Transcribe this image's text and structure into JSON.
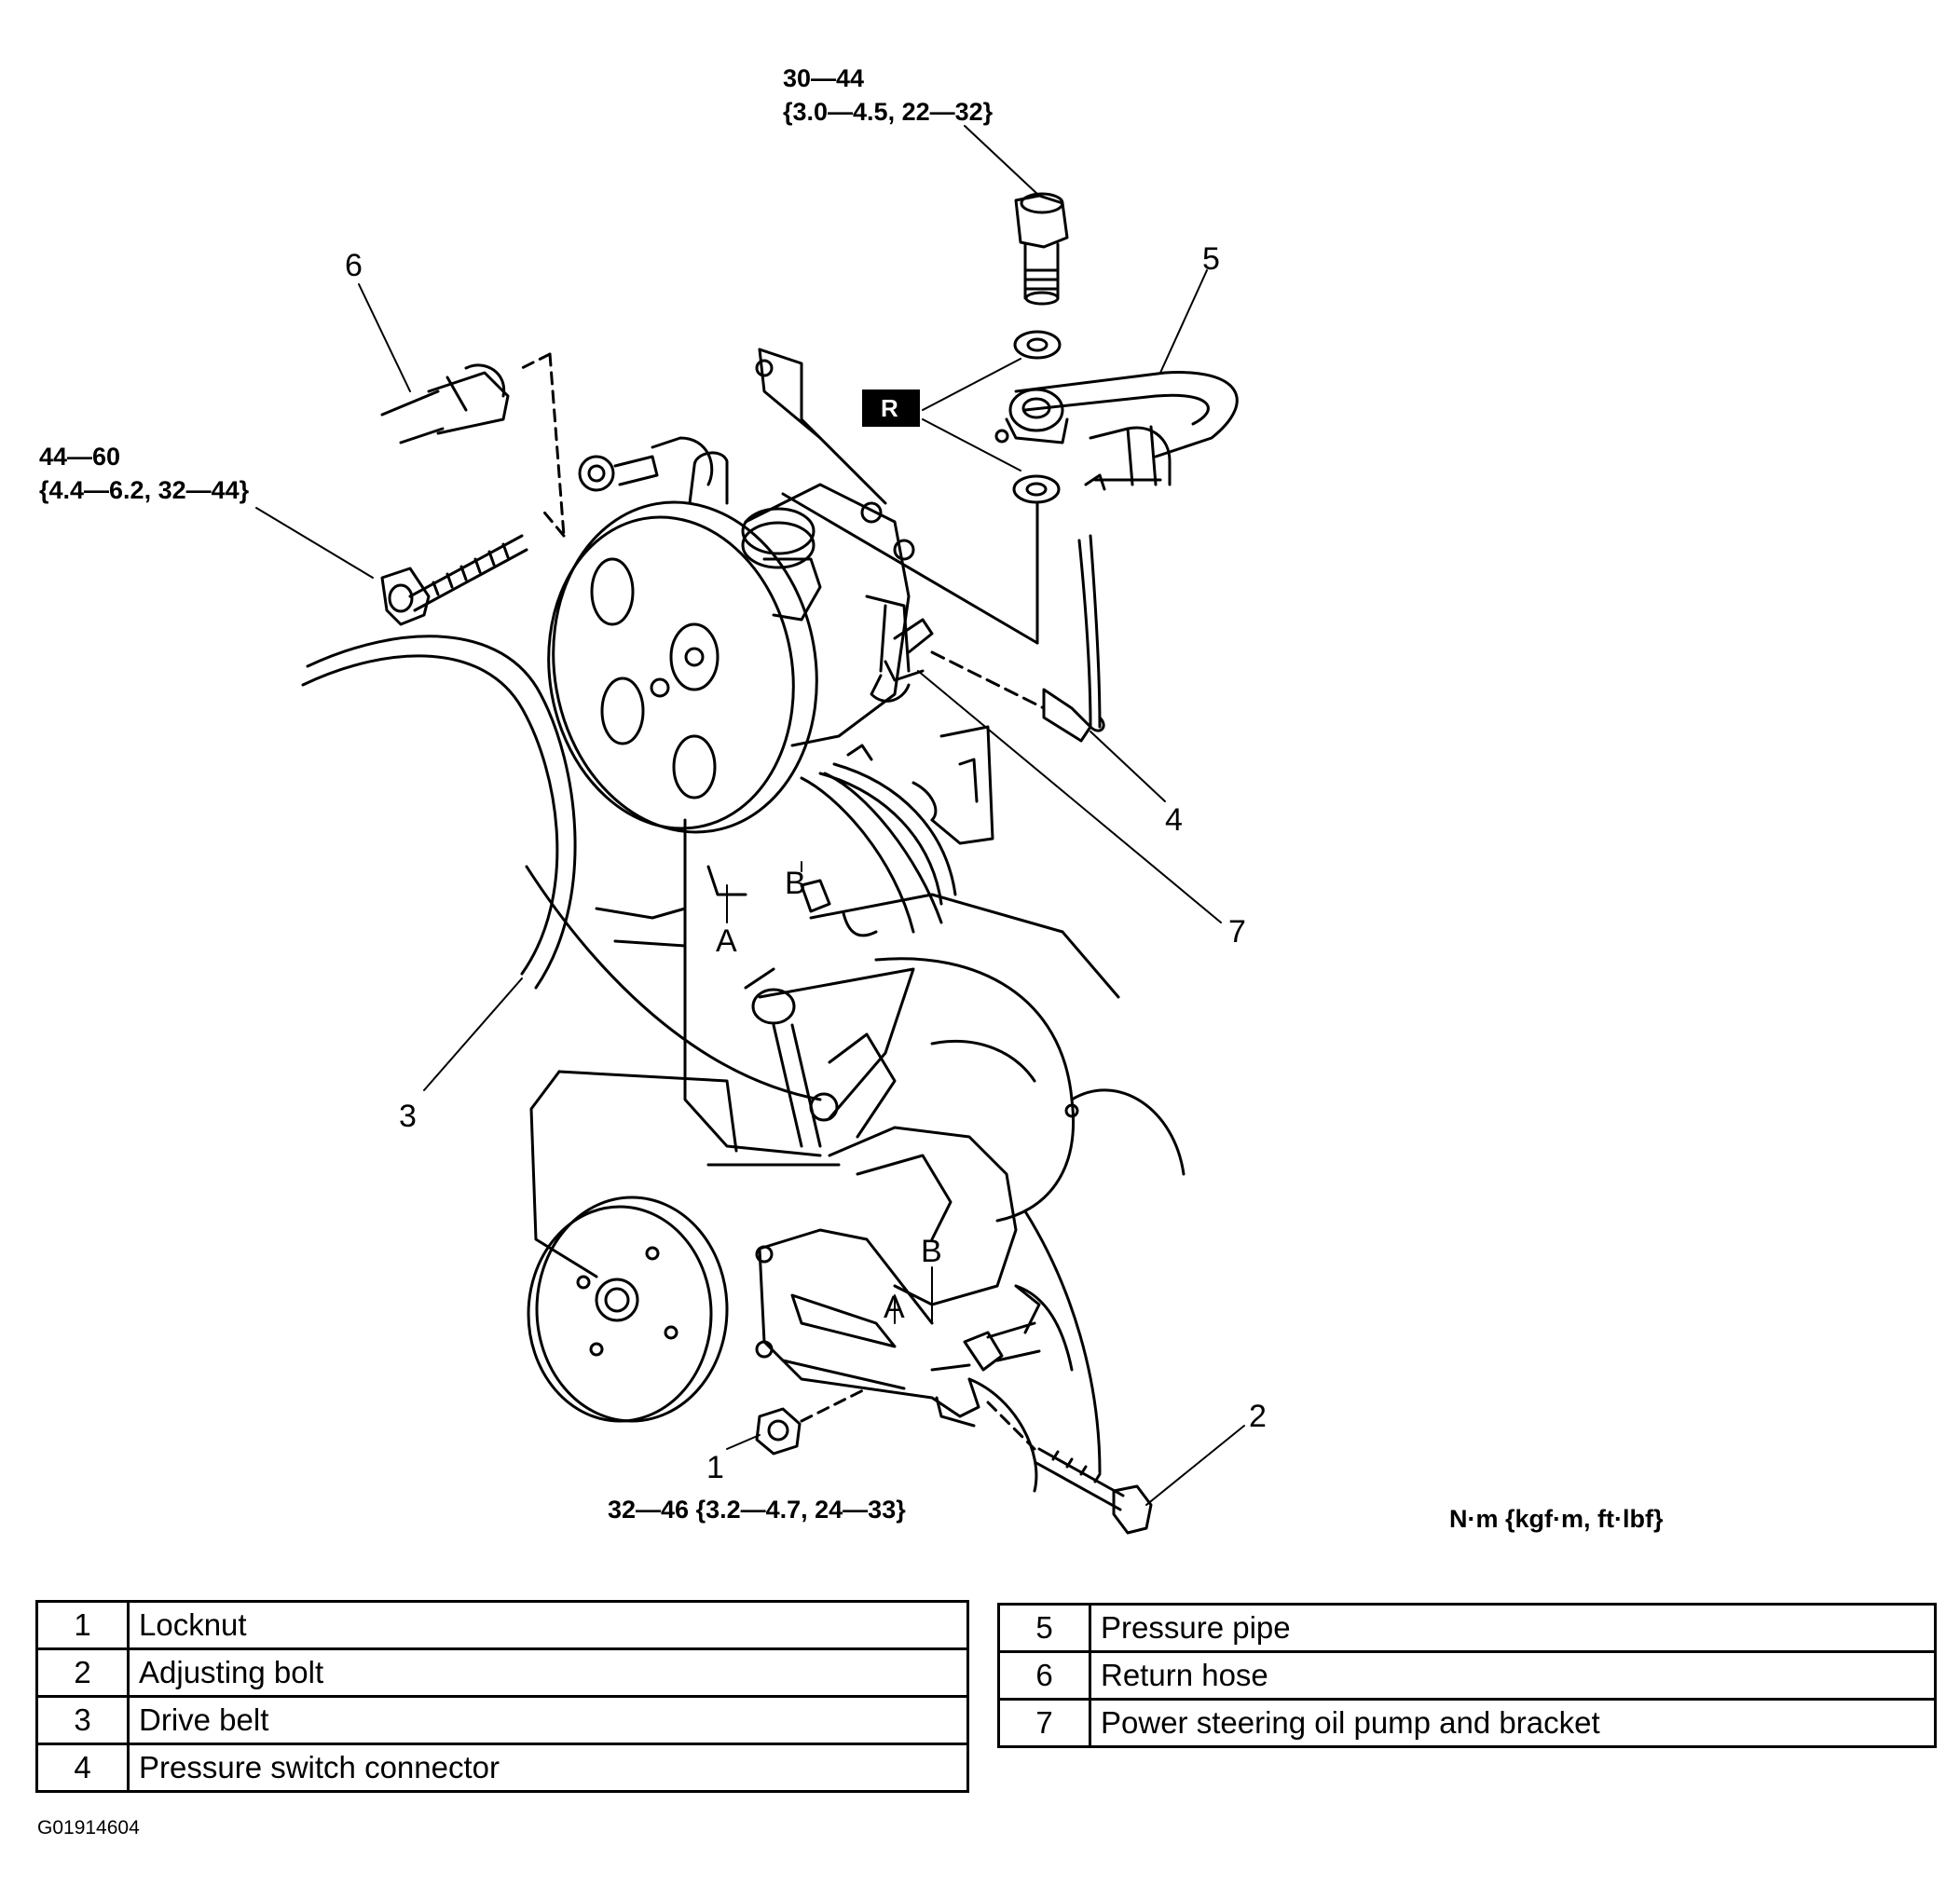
{
  "torque_labels": {
    "banjo_bolt_line1": "30—44",
    "banjo_bolt_line2": "{3.0—4.5, 22—32}",
    "upper_bolt_line1": "44—60",
    "upper_bolt_line2": "{4.4—6.2, 32—44}",
    "locknut": "32—46 {3.2—4.7, 24—33}",
    "units": "N·m {kgf·m, ft·lbf}"
  },
  "callouts": {
    "c1": "1",
    "c2": "2",
    "c3": "3",
    "c4": "4",
    "c5": "5",
    "c6": "6",
    "c7": "7",
    "a_upper": "A",
    "b_upper": "B",
    "a_lower": "A",
    "b_lower": "B",
    "replace_mark": "R"
  },
  "legend_left": [
    {
      "num": "1",
      "label": "Locknut"
    },
    {
      "num": "2",
      "label": "Adjusting bolt"
    },
    {
      "num": "3",
      "label": "Drive belt"
    },
    {
      "num": "4",
      "label": "Pressure switch connector"
    }
  ],
  "legend_right": [
    {
      "num": "5",
      "label": "Pressure pipe"
    },
    {
      "num": "6",
      "label": "Return hose"
    },
    {
      "num": "7",
      "label": "Power steering oil pump and bracket"
    }
  ],
  "figure_id": "G01914604"
}
